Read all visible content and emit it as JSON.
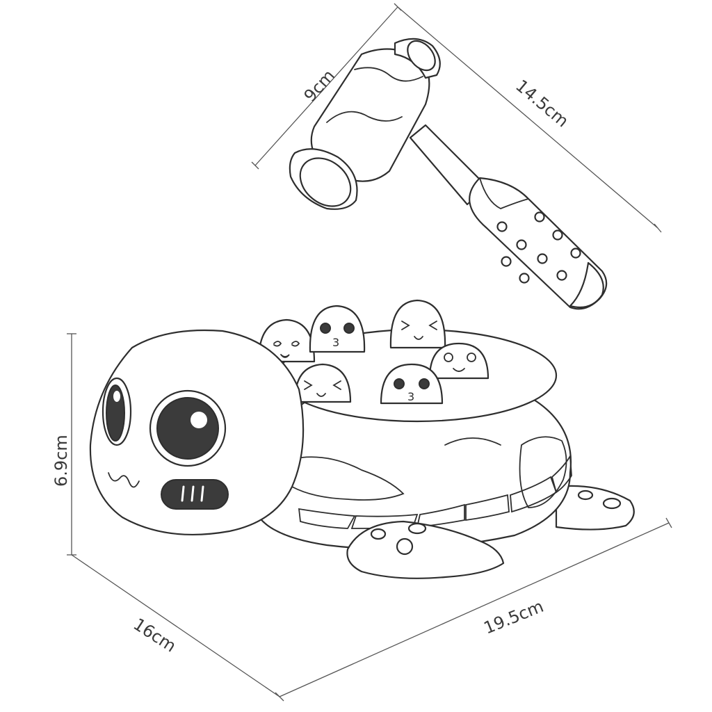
{
  "dimensions": {
    "hammer_head": "9cm",
    "hammer_length": "14.5cm",
    "toy_height": "6.9cm",
    "toy_depth": "16cm",
    "toy_width": "19.5cm"
  },
  "mole_faces": {
    "face_3": "3"
  },
  "colors": {
    "line": "#2e2e2e",
    "fill": "#ffffff",
    "dark": "#3b3b3b"
  }
}
